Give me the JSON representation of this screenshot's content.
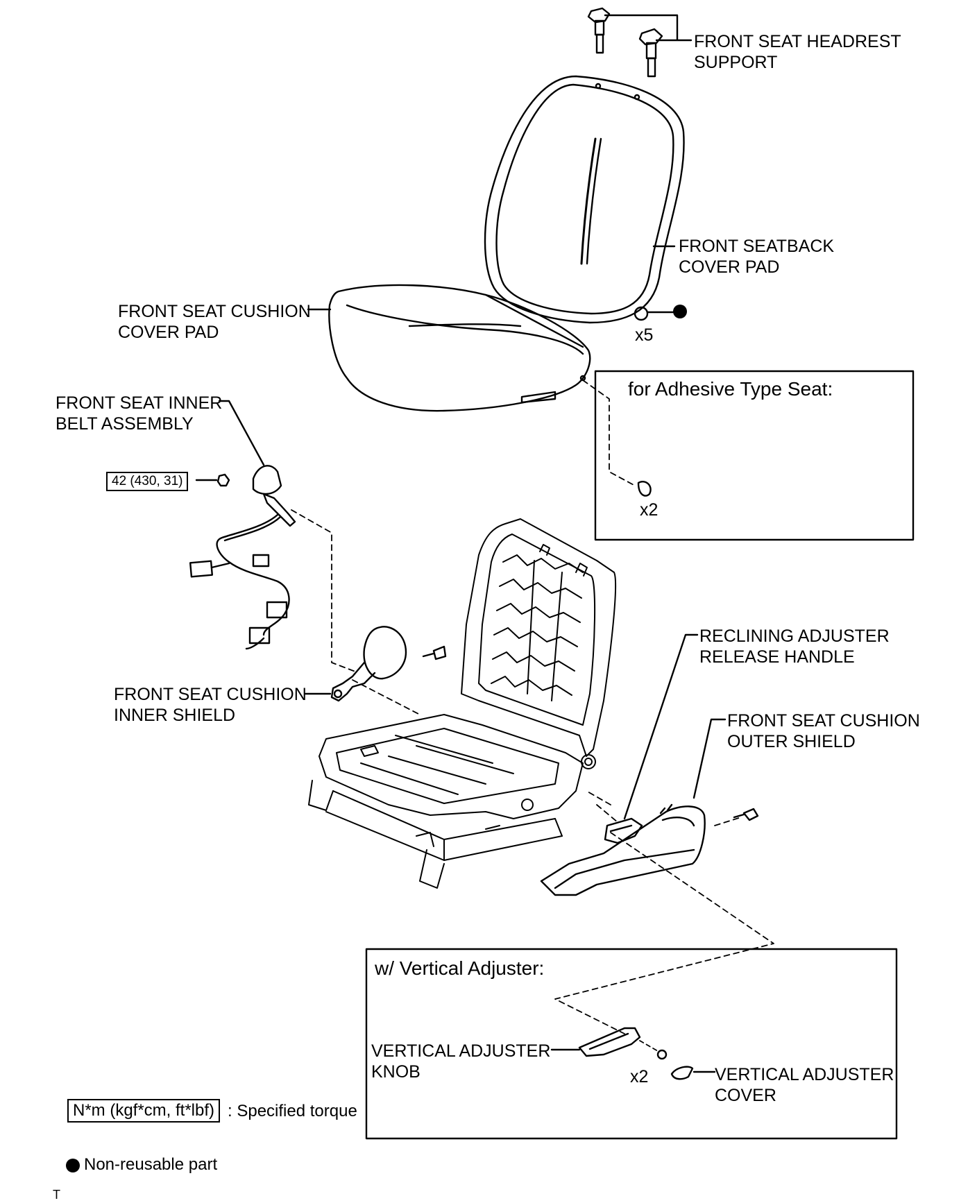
{
  "labels": {
    "headrest_support": [
      "FRONT SEAT HEADREST",
      "SUPPORT"
    ],
    "seatback_cover_pad": [
      "FRONT SEATBACK",
      "COVER PAD"
    ],
    "cushion_cover_pad": [
      "FRONT SEAT CUSHION",
      "COVER PAD"
    ],
    "inner_belt": [
      "FRONT SEAT INNER",
      "BELT ASSEMBLY"
    ],
    "inner_shield": [
      "FRONT SEAT CUSHION",
      "INNER SHIELD"
    ],
    "reclining_handle": [
      "RECLINING ADJUSTER",
      "RELEASE HANDLE"
    ],
    "outer_shield": [
      "FRONT SEAT CUSHION",
      "OUTER SHIELD"
    ],
    "vertical_knob": [
      "VERTICAL ADJUSTER",
      "KNOB"
    ],
    "vertical_cover": [
      "VERTICAL ADJUSTER",
      "COVER"
    ]
  },
  "quantities": {
    "hog_rings": "x5",
    "adhesive_clips": "x2",
    "knob_screws": "x2"
  },
  "insets": {
    "adhesive": "for Adhesive Type Seat:",
    "vertical": "w/ Vertical Adjuster:"
  },
  "torque_spec": "42 (430, 31)",
  "legend": {
    "torque_box": "N*m (kgf*cm, ft*lbf)",
    "torque_text": ": Specified torque",
    "nonreusable": "Non-reusable part"
  },
  "corner_mark": "T"
}
